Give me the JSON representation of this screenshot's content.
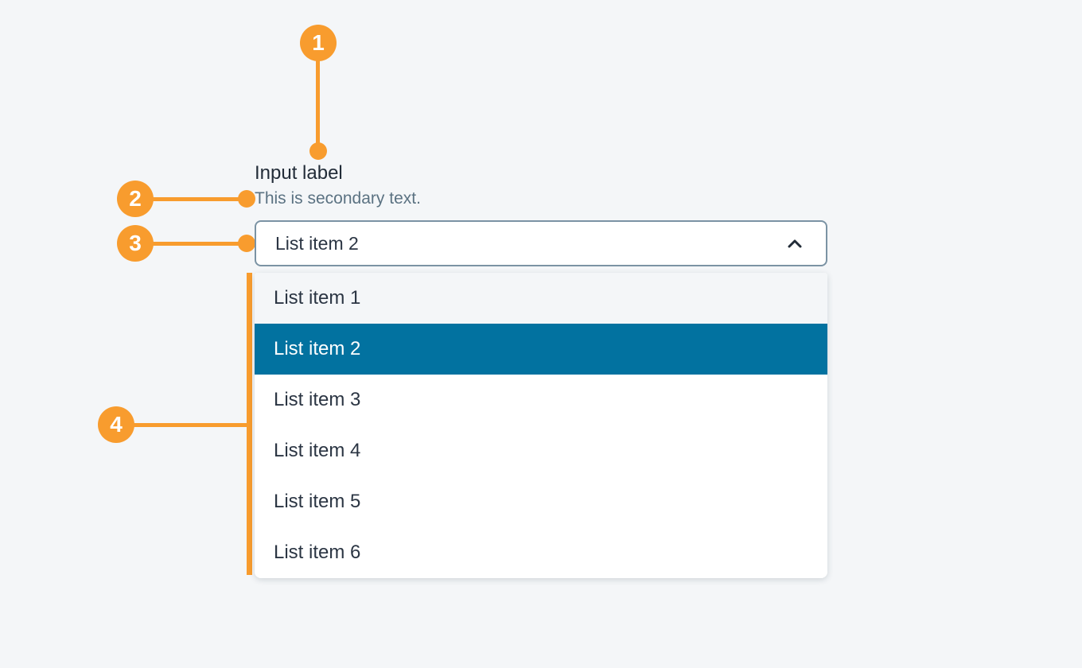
{
  "callouts": [
    {
      "number": "1",
      "target": "input-label"
    },
    {
      "number": "2",
      "target": "secondary-text"
    },
    {
      "number": "3",
      "target": "select-field"
    },
    {
      "number": "4",
      "target": "dropdown-list"
    }
  ],
  "field": {
    "label": "Input label",
    "secondary_text": "This is secondary text.",
    "selected_value": "List item 2",
    "chevron_icon": "chevron-up-icon"
  },
  "dropdown": {
    "items": [
      {
        "label": "List item 1",
        "state": "hover"
      },
      {
        "label": "List item 2",
        "state": "selected"
      },
      {
        "label": "List item 3",
        "state": "default"
      },
      {
        "label": "List item 4",
        "state": "default"
      },
      {
        "label": "List item 5",
        "state": "default"
      },
      {
        "label": "List item 6",
        "state": "default"
      }
    ]
  },
  "colors": {
    "page_background": "#f4f6f8",
    "annotation_orange": "#f89c2e",
    "selected_item_blue": "#0272a0",
    "label_text": "#222c38",
    "secondary_text": "#5b7282",
    "field_border": "#7b93a4"
  }
}
